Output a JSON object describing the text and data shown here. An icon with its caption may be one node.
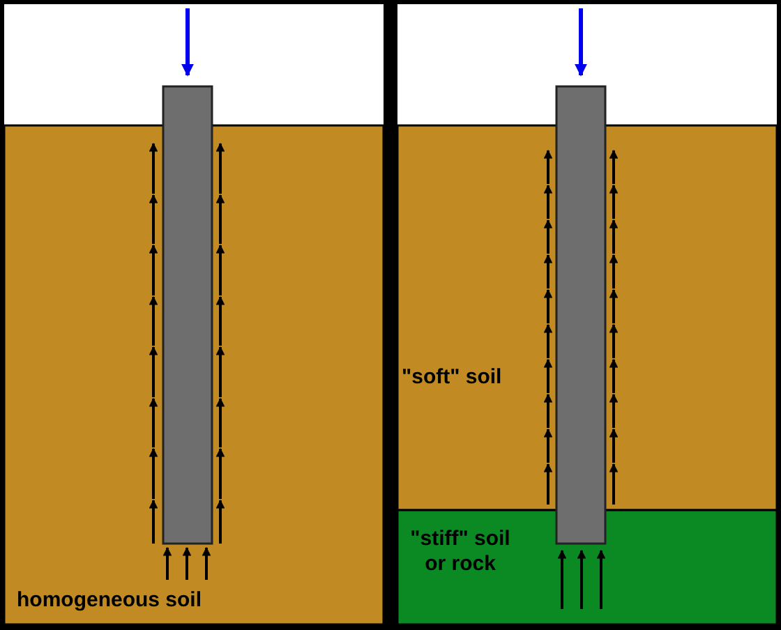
{
  "diagram": {
    "nodes": [
      {
        "text": [],
        "shape": "bar"
      },
      {
        "text": [],
        "shape": "bar"
      }
    ],
    "labels": [
      "homogeneous soil",
      "\"soft\" soil",
      "\"stiff\" soil or rock"
    ]
  }
}
